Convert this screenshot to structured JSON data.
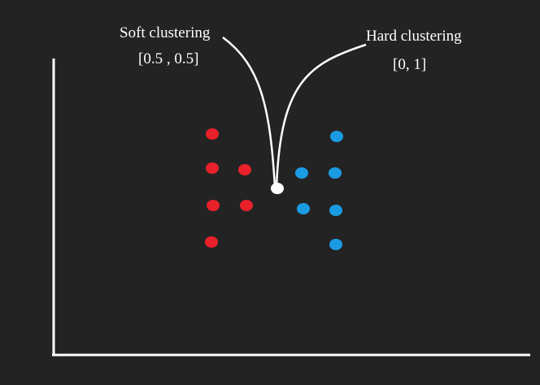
{
  "soft_clustering": {
    "title": "Soft clustering",
    "value": "[0.5 , 0.5]"
  },
  "hard_clustering": {
    "title": "Hard clustering",
    "value": "[0, 1]"
  },
  "colors": {
    "background": "#232323",
    "axis": "#ffffff",
    "cluster_a": "#e8212b",
    "cluster_b": "#1a9be3",
    "ambiguous_point": "#ffffff"
  },
  "points": {
    "cluster_a_count": 6,
    "cluster_b_count": 6,
    "ambiguous_count": 1
  }
}
